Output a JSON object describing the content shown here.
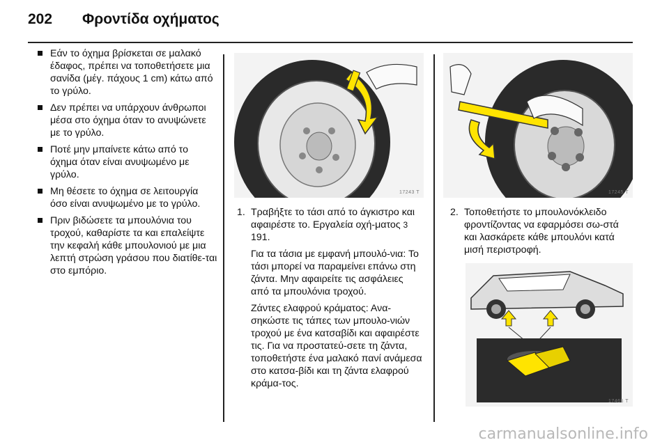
{
  "header": {
    "page_number": "202",
    "title": "Φροντίδα οχήματος"
  },
  "warnings": [
    "Εάν το όχημα βρίσκεται σε μαλακό έδαφος, πρέπει να τοποθετήσετε μια σανίδα (μέγ. πάχους 1 cm) κάτω από το γρύλο.",
    "Δεν πρέπει να υπάρχουν άνθρωποι μέσα στο όχημα όταν το ανυψώνετε με το γρύλο.",
    "Ποτέ μην μπαίνετε κάτω από το όχημα όταν είναι ανυψωμένο με γρύλο.",
    "Μη θέσετε το όχημα σε λειτουργία όσο είναι ανυψωμένο με το γρύλο.",
    "Πριν βιδώσετε τα μπουλόνια του τροχού, καθαρίστε τα και επαλείψτε την κεφαλή κάθε μπουλονιού με μια λεπτή στρώση γράσου που διατίθε-ται στο εμπόριο."
  ],
  "figures": {
    "wheel_cover": {
      "code": "17243 T"
    },
    "wrench": {
      "code": "17245 T"
    },
    "jack_points": {
      "code": "17465 T"
    }
  },
  "step1": {
    "number": "1.",
    "line1": "Τραβήξτε το τάσι από το άγκιστρο και αφαιρέστε το. Εργαλεία οχή-ματος",
    "ref_icon": "3",
    "ref_page": "191.",
    "para2": "Για τα τάσια με εμφανή μπουλό-νια: Το τάσι μπορεί να παραμείνει επάνω στη ζάντα. Μην αφαιρείτε τις ασφάλειες από τα μπουλόνια τροχού.",
    "para3": "Ζάντες ελαφρού κράματος: Ανα-σηκώστε τις τάπες των μπουλο-νιών τροχού με ένα κατσαβίδι και αφαιρέστε τις. Για να προστατεύ-σετε τη ζάντα, τοποθετήστε ένα μαλακό πανί ανάμεσα στο κατσα-βίδι και τη ζάντα ελαφρού κράμα-τος."
  },
  "step2": {
    "number": "2.",
    "text": "Τοποθετήστε το μπουλονόκλειδο φροντίζοντας να εφαρμόσει σω-στά και λασκάρετε κάθε μπουλόνι κατά μισή περιστροφή."
  },
  "watermark": "carmanualsonline.info",
  "colors": {
    "arrow": "#ffe400",
    "rule": "#222222"
  }
}
